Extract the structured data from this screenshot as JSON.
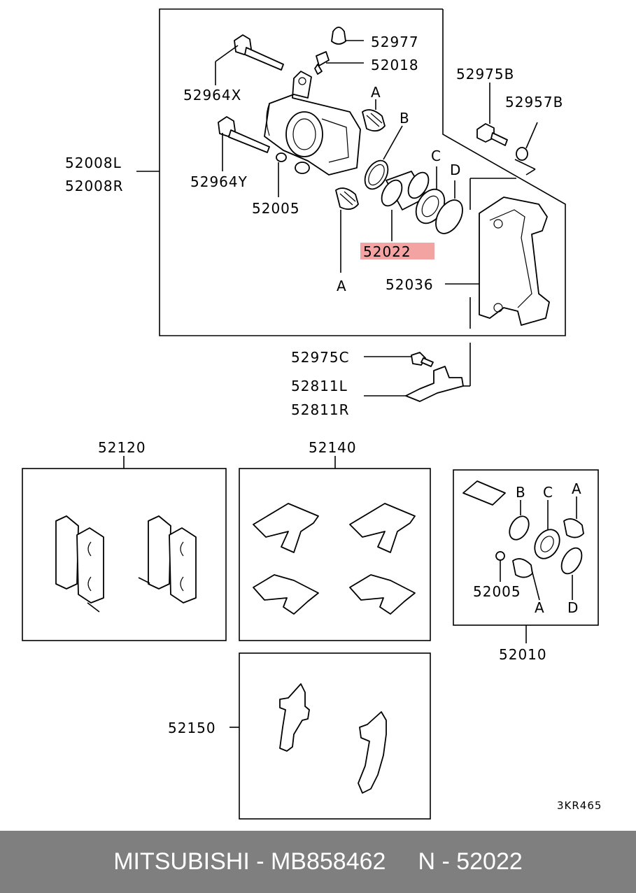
{
  "labels": {
    "p52977": "52977",
    "p52018": "52018",
    "p52964x": "52964X",
    "p52975b": "52975B",
    "p52957b": "52957B",
    "a_top": "A",
    "b_top": "B",
    "c_top": "C",
    "d_top": "D",
    "p52008l": "52008L",
    "p52008r": "52008R",
    "p52964y": "52964Y",
    "p52005_top": "52005",
    "p52022": "52022",
    "a_mid": "A",
    "p52036": "52036",
    "p52975c": "52975C",
    "p52811l": "52811L",
    "p52811r": "52811R",
    "p52120": "52120",
    "p52140": "52140",
    "kit_b": "B",
    "kit_c": "C",
    "kit_a": "A",
    "kit_52005": "52005",
    "kit_a2": "A",
    "kit_d": "D",
    "p52010": "52010",
    "p52150": "52150",
    "code": "3KR465"
  },
  "highlight_color": "#f4a3a3",
  "footer": {
    "left": "MITSUBISHI - MB858462",
    "right": "N - 52022"
  }
}
